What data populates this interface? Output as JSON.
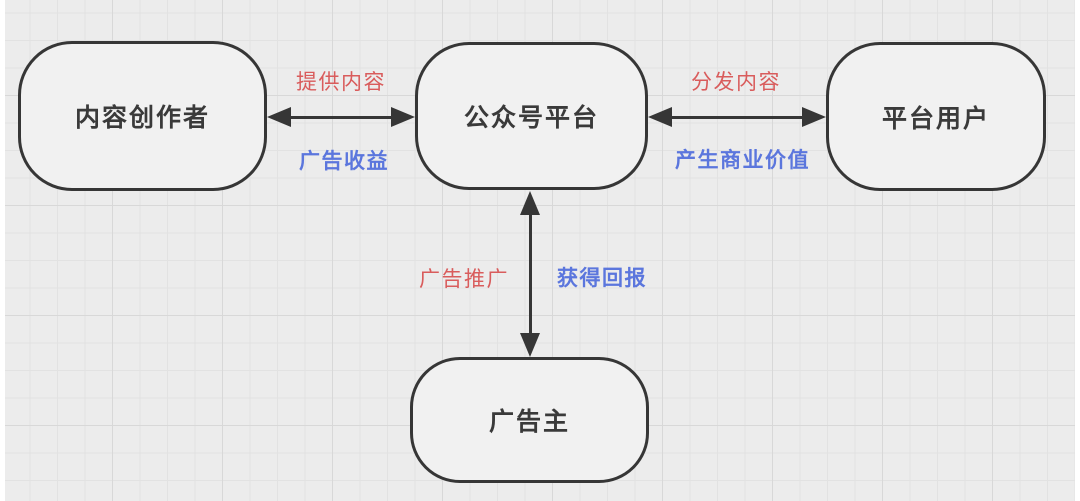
{
  "diagram": {
    "nodes": {
      "creator": "内容创作者",
      "platform": "公众号平台",
      "user": "平台用户",
      "advertiser": "广告主"
    },
    "edge_labels": {
      "provide_content": "提供内容",
      "ad_revenue": "广告收益",
      "distribute_content": "分发内容",
      "generate_commercial_value": "产生商业价值",
      "ad_promotion": "广告推广",
      "get_returns": "获得回报"
    },
    "colors": {
      "red_label": "#d95c5c",
      "blue_label": "#5b76dd",
      "stroke": "#363636",
      "node_fill": "#f1f1f1",
      "background": "#ececec"
    }
  }
}
